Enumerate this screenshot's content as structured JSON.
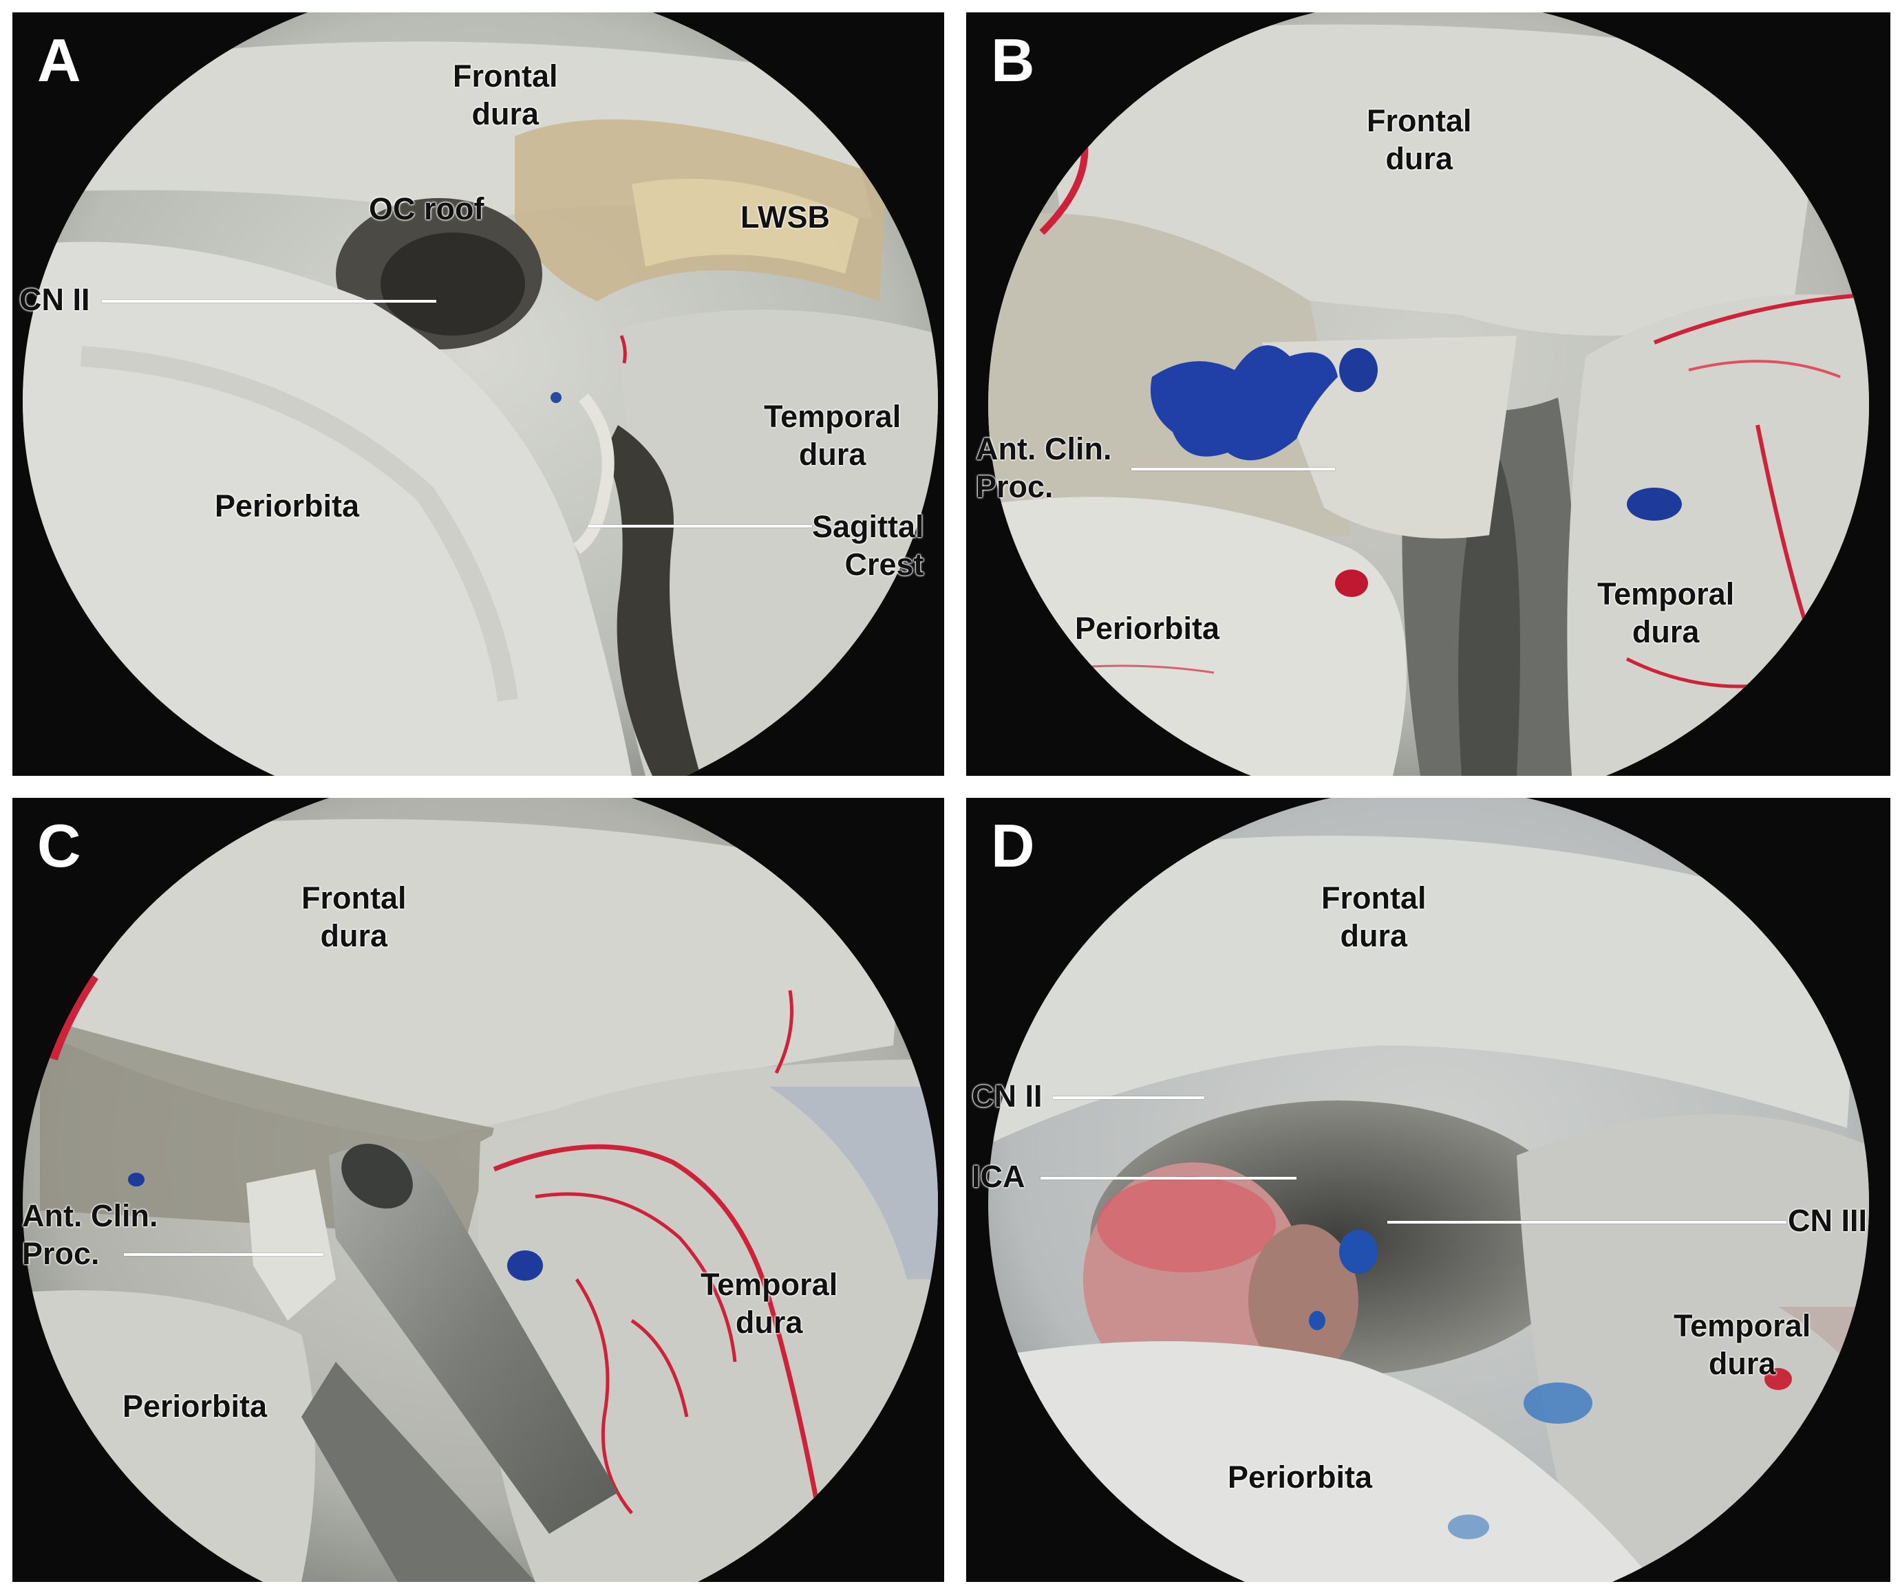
{
  "panels": [
    {
      "letter": "A",
      "labels": {
        "frontal_dura": [
          "Frontal",
          "dura"
        ],
        "oc_roof": "OC roof",
        "lwsb": "LWSB",
        "cn2": "CN II",
        "temporal_dura": [
          "Temporal",
          "dura"
        ],
        "periorbita": "Periorbita",
        "sagittal_crest": [
          "Sagittal",
          "Crest"
        ]
      }
    },
    {
      "letter": "B",
      "labels": {
        "frontal_dura": [
          "Frontal",
          "dura"
        ],
        "ant_clin_proc": [
          "Ant. Clin.",
          "Proc."
        ],
        "periorbita": "Periorbita",
        "temporal_dura": [
          "Temporal",
          "dura"
        ]
      }
    },
    {
      "letter": "C",
      "labels": {
        "frontal_dura": [
          "Frontal",
          "dura"
        ],
        "ant_clin_proc": [
          "Ant. Clin.",
          "Proc."
        ],
        "temporal_dura": [
          "Temporal",
          "dura"
        ],
        "periorbita": "Periorbita"
      }
    },
    {
      "letter": "D",
      "labels": {
        "frontal_dura": [
          "Frontal",
          "dura"
        ],
        "cn2": "CN II",
        "ica": "ICA",
        "cn3": "CN III",
        "temporal_dura": [
          "Temporal",
          "dura"
        ],
        "periorbita": "Periorbita"
      }
    }
  ],
  "colors": {
    "background": "#0a0a0a",
    "tissue": "#c9cbc4",
    "dye_red": "#d0213a",
    "dye_blue": "#2040a8",
    "label_text": "#111111",
    "letter_text": "#ffffff"
  }
}
